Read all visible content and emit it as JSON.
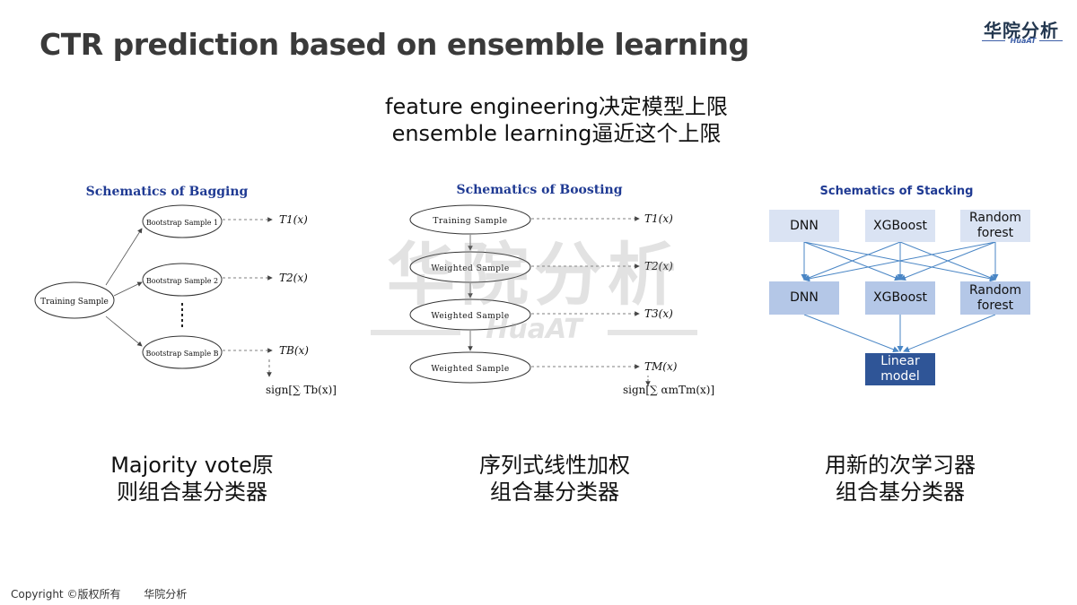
{
  "title": "CTR prediction based on ensemble learning",
  "logo": {
    "text": "华院分析",
    "subtext": "HuaAT"
  },
  "subtitle": {
    "line1": "feature engineering决定模型上限",
    "line2": "ensemble learning逼近这个上限"
  },
  "bagging": {
    "title": "Schematics of Bagging",
    "training": "Training Sample",
    "samples": [
      "Bootstrap Sample 1",
      "Bootstrap Sample 2",
      "Bootstrap Sample B"
    ],
    "outputs": [
      "T1(x)",
      "T2(x)",
      "TB(x)"
    ],
    "aggregate": "sign[∑ Tb(x)]",
    "caption_line1": "Majority vote原",
    "caption_line2": "则组合基分类器"
  },
  "boosting": {
    "title": "Schematics of Boosting",
    "samples": [
      "Training Sample",
      "Weighted Sample",
      "Weighted Sample",
      "Weighted Sample"
    ],
    "outputs": [
      "T1(x)",
      "T2(x)",
      "T3(x)",
      "TM(x)"
    ],
    "aggregate": "sign[∑ αmTm(x)]",
    "caption_line1": "序列式线性加权",
    "caption_line2": "组合基分类器"
  },
  "stacking": {
    "title": "Schematics of Stacking",
    "layer1": [
      "DNN",
      "XGBoost",
      "Random forest"
    ],
    "layer2": [
      "DNN",
      "XGBoost",
      "Random forest"
    ],
    "final": "Linear model",
    "caption_line1": "用新的次学习器",
    "caption_line2": "组合基分类器"
  },
  "watermark": {
    "text": "华院分析",
    "subtext": "HuaAT"
  },
  "footer": {
    "copyright": "Copyright ©版权所有",
    "company": "华院分析"
  },
  "colors": {
    "diagram_title": "#1f3a93",
    "box_light": "#dae3f3",
    "box_mid": "#b4c7e7",
    "box_dark": "#2f5597",
    "arrow": "#4a86c5"
  }
}
